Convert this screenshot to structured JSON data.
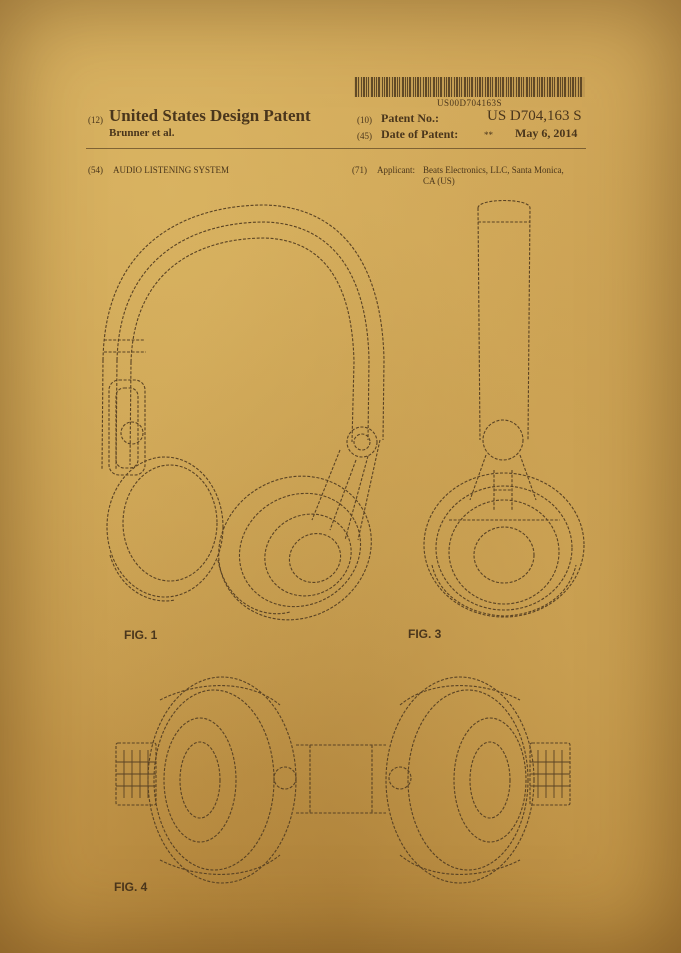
{
  "header": {
    "barcode_number": "US00D704163S",
    "code_12": "(12)",
    "doc_type": "United States Design Patent",
    "inventor": "Brunner et al.",
    "code_10": "(10)",
    "patent_no_label": "Patent No.:",
    "patent_no": "US D704,163 S",
    "code_45": "(45)",
    "date_label": "Date of Patent:",
    "date_mark": "**",
    "date": "May 6, 2014"
  },
  "field54": {
    "code": "(54)",
    "title": "AUDIO LISTENING SYSTEM"
  },
  "field71": {
    "code": "(71)",
    "label": "Applicant:",
    "line1": "Beats Electronics, LLC, Santa Monica,",
    "line2": "CA (US)"
  },
  "figures": {
    "fig1": "FIG. 1",
    "fig3": "FIG. 3",
    "fig4": "FIG. 4"
  },
  "colors": {
    "ink": "#4a361c",
    "paper": "#caa052"
  }
}
